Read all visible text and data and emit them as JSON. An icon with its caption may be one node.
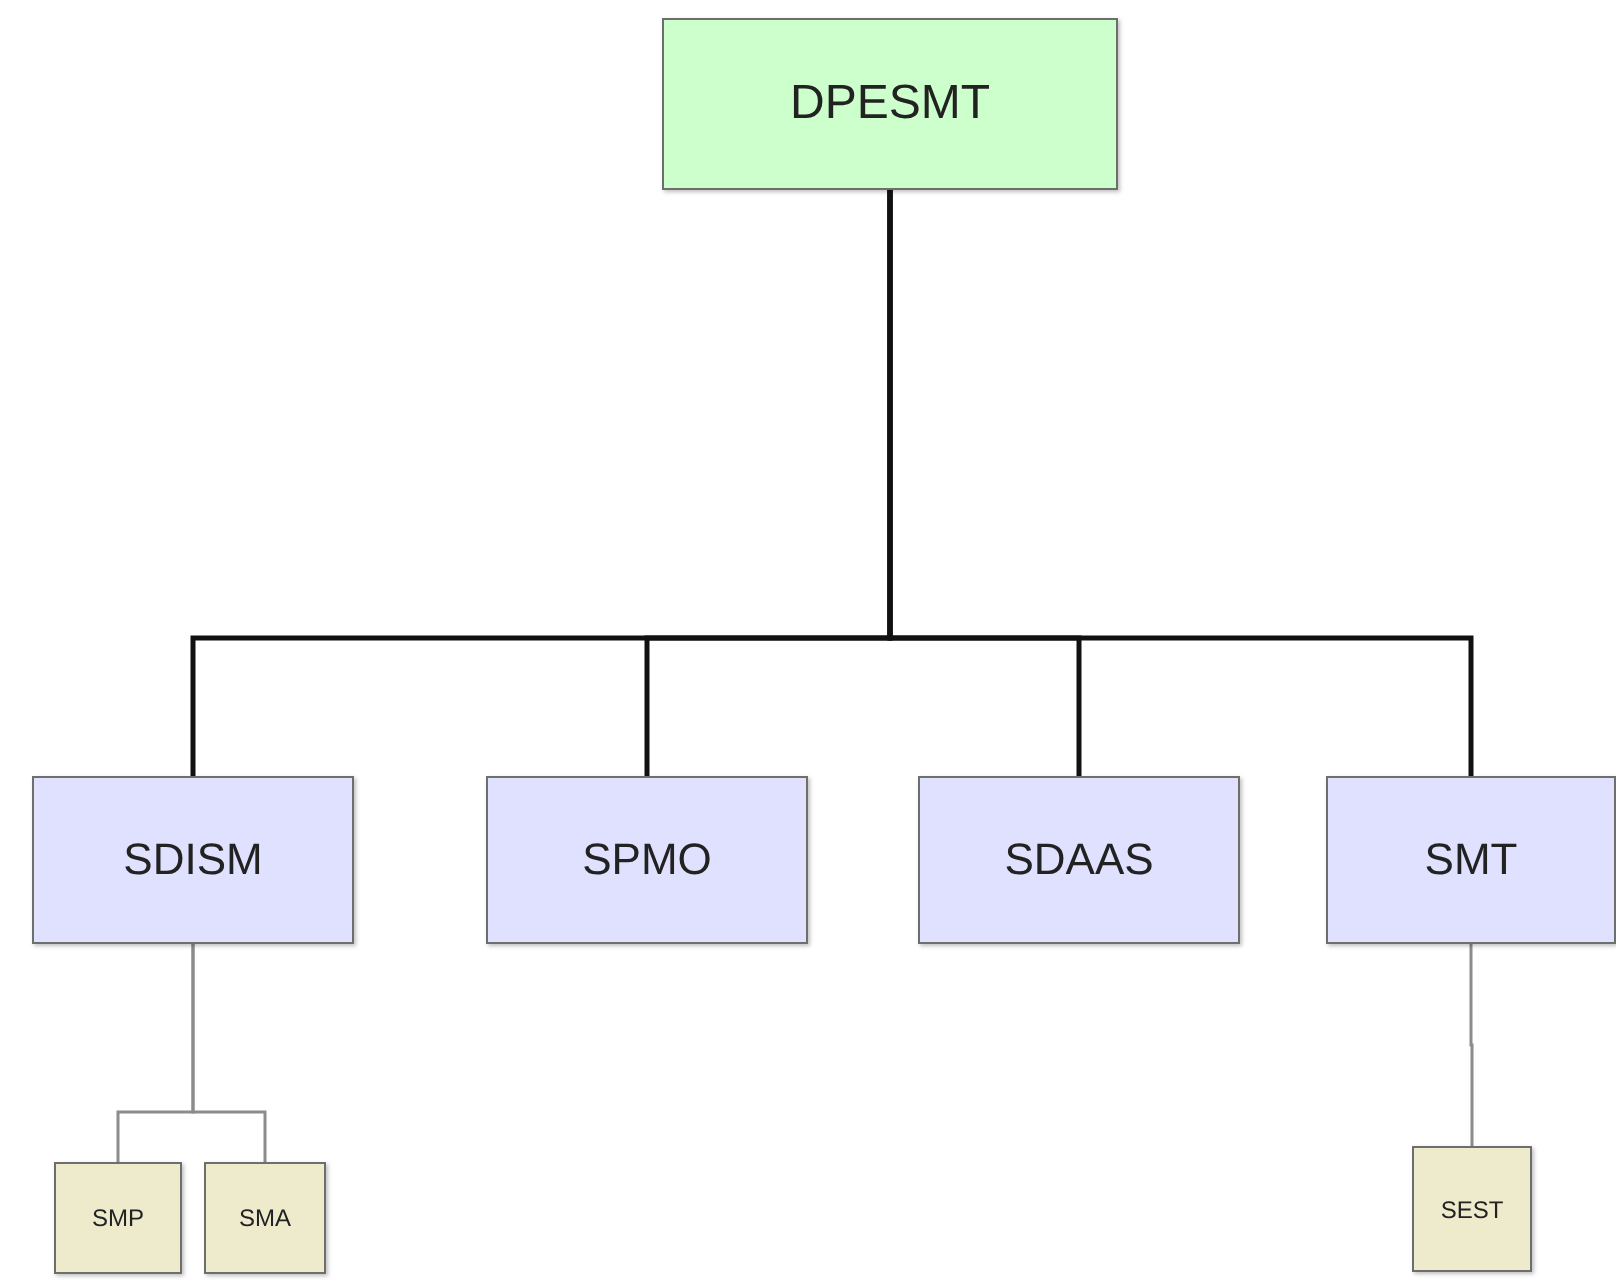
{
  "diagram": {
    "nodes": [
      {
        "text": [
          "DPESMT"
        ]
      },
      {
        "text": [
          "SDISM"
        ]
      },
      {
        "text": [
          "SPMO"
        ]
      },
      {
        "text": [
          "SDAAS"
        ]
      },
      {
        "text": [
          "SMT"
        ]
      },
      {
        "text": [
          "SMP"
        ]
      },
      {
        "text": [
          "SMA"
        ]
      },
      {
        "text": [
          "SEST"
        ]
      }
    ],
    "edges": [
      {
        "from": 0,
        "to": 1,
        "arrow": "none"
      },
      {
        "from": 0,
        "to": 2,
        "arrow": "none"
      },
      {
        "from": 0,
        "to": 3,
        "arrow": "none"
      },
      {
        "from": 0,
        "to": 4,
        "arrow": "none"
      },
      {
        "from": 1,
        "to": 5,
        "arrow": "none",
        "color": "#8c8c8c"
      },
      {
        "from": 1,
        "to": 6,
        "arrow": "none",
        "color": "#8c8c8c"
      },
      {
        "from": 4,
        "to": 7,
        "arrow": "none",
        "color": "#8c8c8c"
      }
    ]
  }
}
